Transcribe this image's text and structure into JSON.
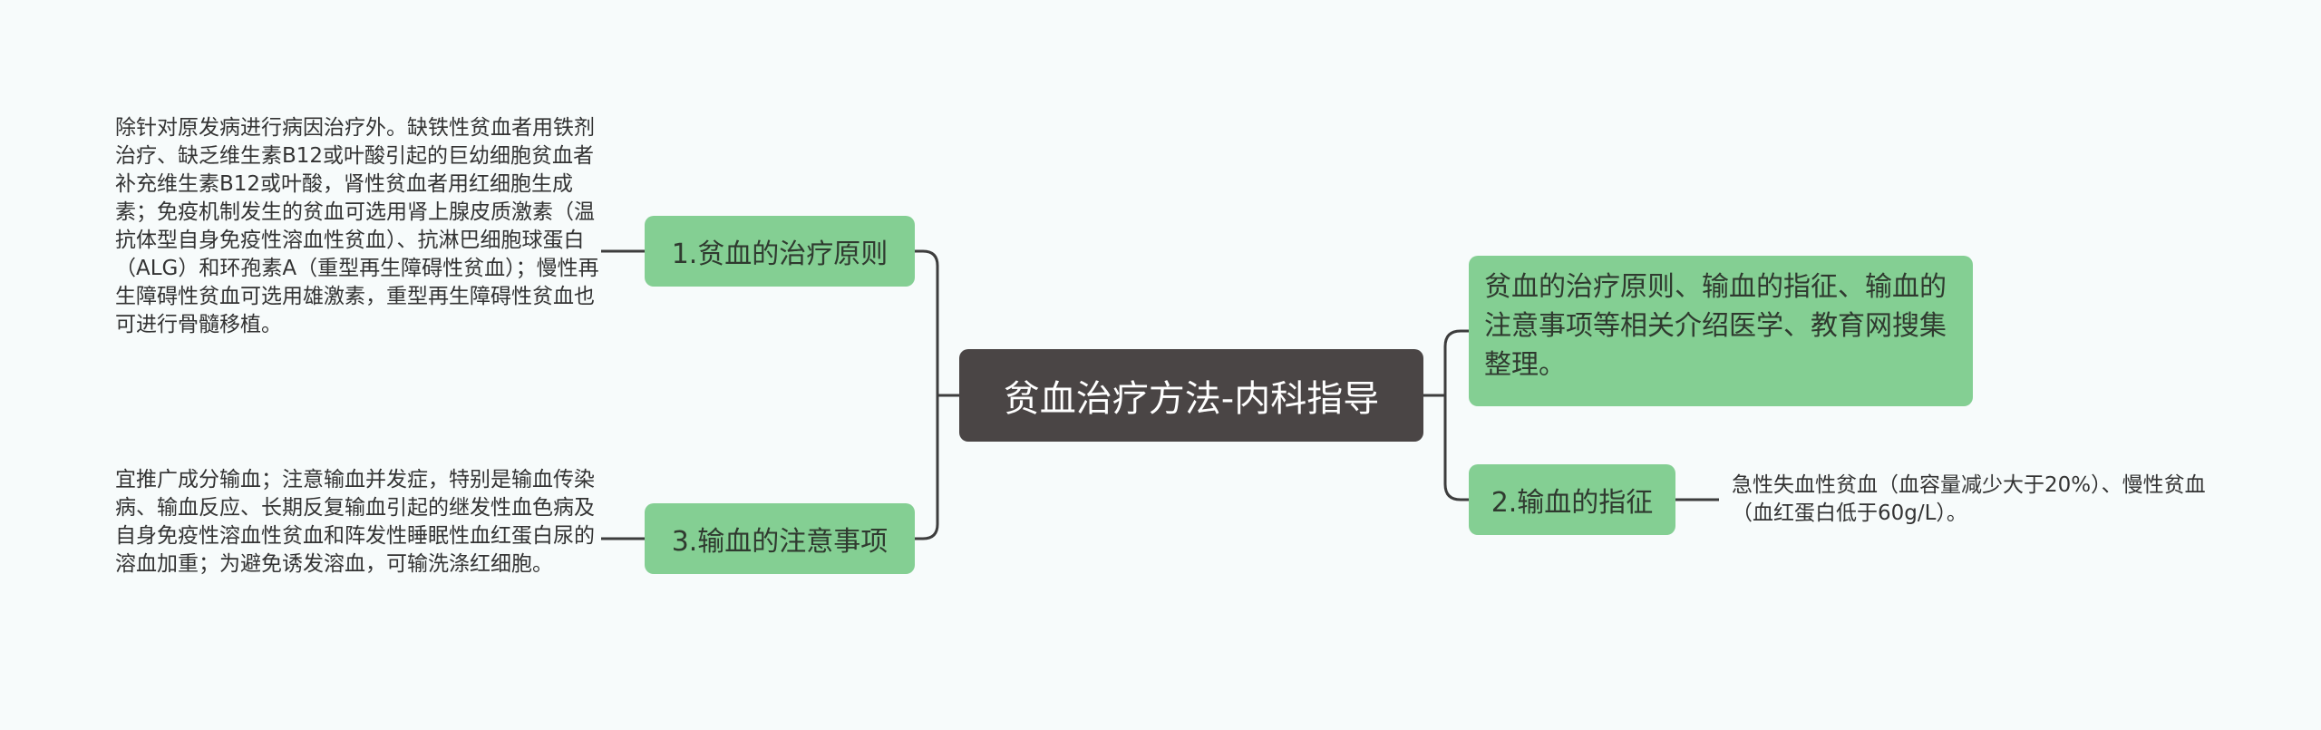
{
  "root": {
    "title": "贫血治疗方法-内科指导"
  },
  "branches": [
    {
      "label": "1.贫血的治疗原则",
      "detail": "除针对原发病进行病因治疗外。缺铁性贫血者用铁剂治疗、缺乏维生素B12或叶酸引起的巨幼细胞贫血者补充维生素B12或叶酸，肾性贫血者用红细胞生成素；免疫机制发生的贫血可选用肾上腺皮质激素（温抗体型自身免疫性溶血性贫血）、抗淋巴细胞球蛋白（ALG）和环孢素A（重型再生障碍性贫血）；慢性再生障碍性贫血可选用雄激素，重型再生障碍性贫血也可进行骨髓移植。"
    },
    {
      "label": "3.输血的注意事项",
      "detail": "宜推广成分输血；注意输血并发症，特别是输血传染病、输血反应、长期反复输血引起的继发性血色病及自身免疫性溶血性贫血和阵发性睡眠性血红蛋白尿的溶血加重；为避免诱发溶血，可输洗涤红细胞。"
    },
    {
      "label": "2.输血的指征",
      "detail": "急性失血性贫血（血容量减少大于20%）、慢性贫血（血红蛋白低于60g/L）。"
    }
  ],
  "info": {
    "text": "贫血的治疗原则、输血的指征、输血的注意事项等相关介绍医学、教育网搜集整理。"
  },
  "colors": {
    "root_fill": "#4a4545",
    "branch_fill": "#84cf93",
    "connector": "#3d3d3d",
    "background": "#f7fbfb"
  }
}
